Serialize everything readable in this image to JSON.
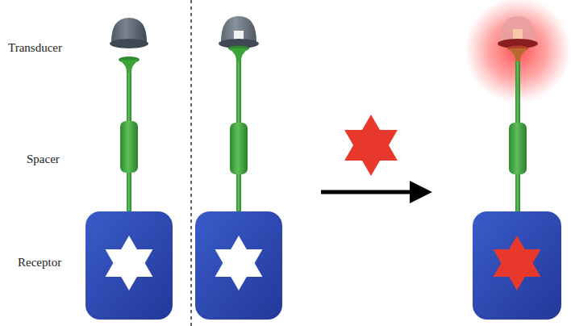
{
  "diagram": {
    "labels": [
      "Transducer",
      "Spacer",
      "Receptor"
    ]
  }
}
